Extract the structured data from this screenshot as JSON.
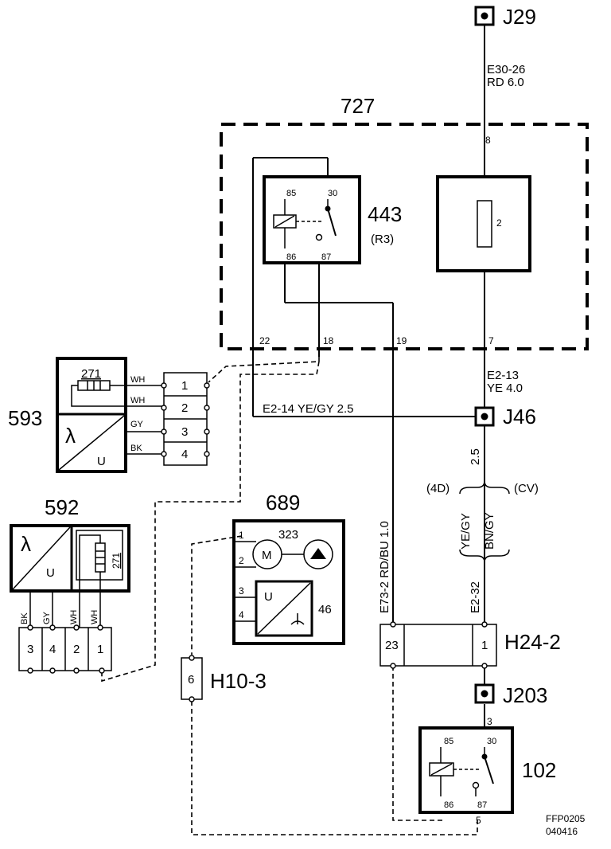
{
  "terminals": {
    "j29": "J29",
    "j46": "J46",
    "j203": "J203"
  },
  "wires": {
    "w1": {
      "code": "E30-26",
      "spec": "RD  6.0"
    },
    "w2": {
      "code": "E2-13",
      "spec": "YE  4.0"
    },
    "w3": "E2-14  YE/GY  2.5",
    "w4": "E73-2  RD/BU  1.0",
    "w5": "E2-32",
    "w5_size": "2.5",
    "variant_left": "(4D)",
    "variant_right": "(CV)",
    "color_left": "YE/GY",
    "color_right": "BN/GY"
  },
  "components": {
    "c727": {
      "id": "727",
      "pins": [
        "8",
        "22",
        "18",
        "19",
        "7"
      ]
    },
    "c443": {
      "id": "443",
      "sub": "(R3)",
      "pins": [
        "85",
        "30",
        "86",
        "87"
      ]
    },
    "fuse": {
      "label": "2"
    },
    "c593": {
      "id": "593",
      "sensor": "271",
      "lambda": "λ",
      "u": "U",
      "wires": [
        "WH",
        "WH",
        "GY",
        "BK"
      ],
      "pins": [
        "1",
        "2",
        "3",
        "4"
      ]
    },
    "c592": {
      "id": "592",
      "sensor": "271",
      "lambda": "λ",
      "u": "U",
      "wires": [
        "BK",
        "GY",
        "WH",
        "WH"
      ],
      "pins": [
        "3",
        "4",
        "2",
        "1"
      ]
    },
    "c689": {
      "id": "689",
      "motor": "M",
      "pump": "323",
      "sub": "46",
      "u": "U",
      "pins": [
        "1",
        "2",
        "3",
        "4"
      ]
    },
    "h103": {
      "id": "H10-3",
      "pin": "6"
    },
    "h242": {
      "id": "H24-2",
      "pins": [
        "23",
        "1"
      ]
    },
    "c102": {
      "id": "102",
      "pins": [
        "85",
        "30",
        "86",
        "87"
      ],
      "p3": "3",
      "p5": "5"
    }
  },
  "footer": {
    "code": "FFP0205",
    "date": "040416"
  }
}
